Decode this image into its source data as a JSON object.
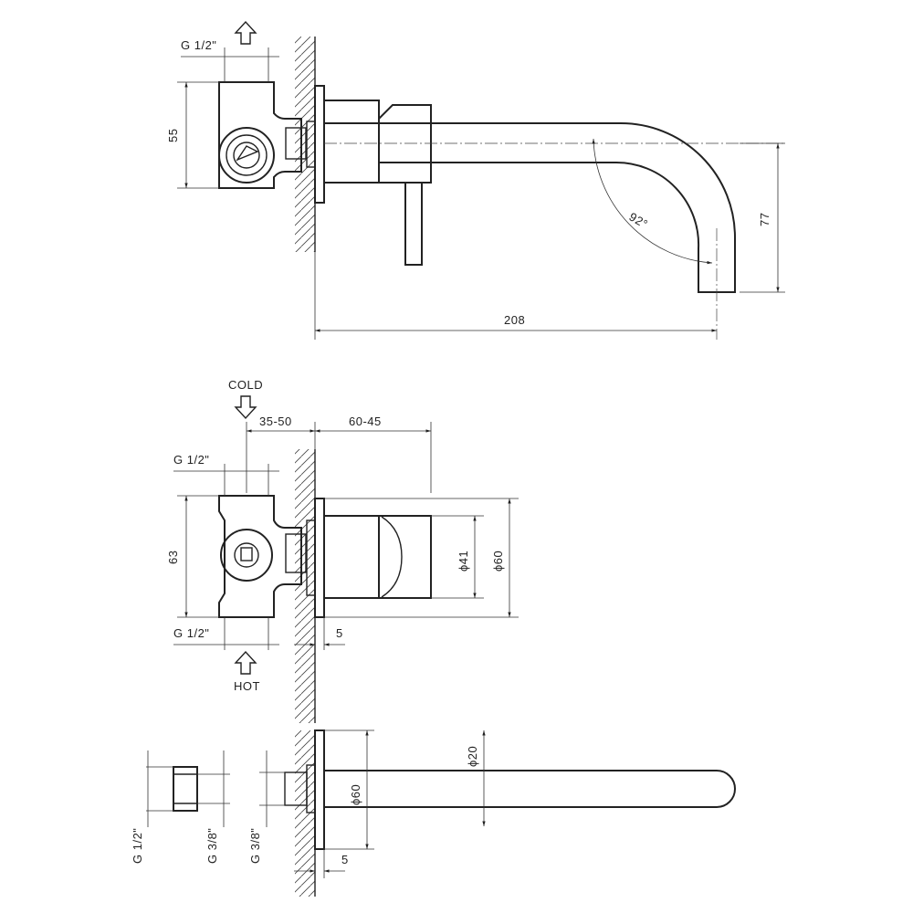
{
  "top_view": {
    "thread_label": "G 1/2\"",
    "height_label": "55",
    "spout_drop_label": "77",
    "projection_label": "208",
    "angle_label": "92°"
  },
  "middle_view": {
    "cold_label": "COLD",
    "hot_label": "HOT",
    "depth_range_label": "35-50",
    "trim_range_label": "60-45",
    "thread_top_label": "G 1/2\"",
    "thread_bottom_label": "G 1/2\"",
    "height_label": "63",
    "plate_thickness_label": "5",
    "lever_diameter_label": "ϕ41",
    "plate_diameter_label": "ϕ60"
  },
  "bottom_view": {
    "thread_left_label": "G 1/2\"",
    "thread_mid_label": "G 3/8\"",
    "thread_wall_label": "G 3/8\"",
    "spout_diameter_label": "ϕ20",
    "plate_diameter_label": "ϕ60",
    "plate_thickness_label": "5"
  },
  "colors": {
    "line": "#222222",
    "background": "#ffffff"
  }
}
